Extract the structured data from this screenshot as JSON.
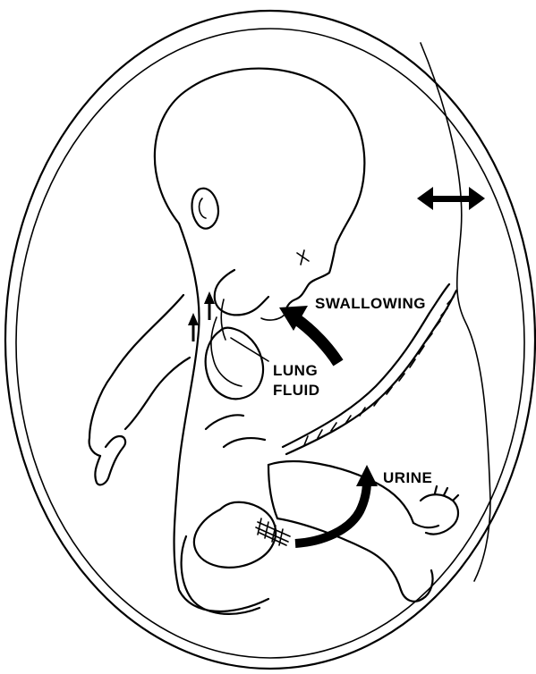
{
  "labels": {
    "swallowing": "SWALLOWING",
    "lung_line1": "LUNG",
    "lung_line2": "FLUID",
    "urine": "URINE"
  },
  "colors": {
    "ink": "#000000",
    "paper": "#ffffff"
  }
}
